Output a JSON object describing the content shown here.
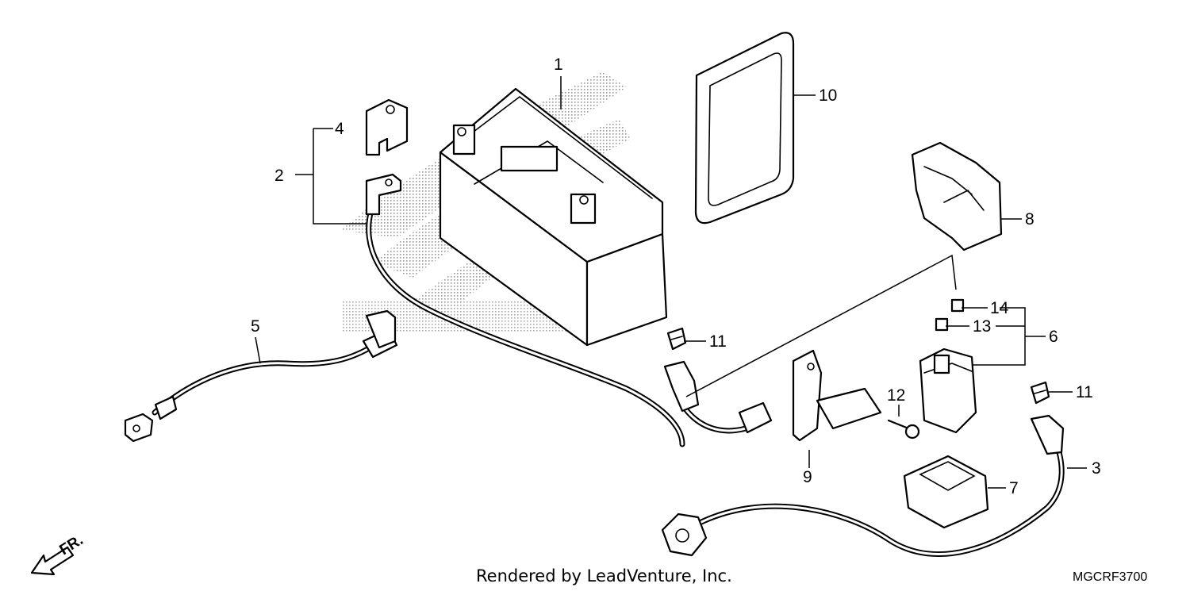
{
  "callouts": [
    {
      "id": "c1",
      "label": "1"
    },
    {
      "id": "c2",
      "label": "2"
    },
    {
      "id": "c3",
      "label": "3"
    },
    {
      "id": "c4",
      "label": "4"
    },
    {
      "id": "c5",
      "label": "5"
    },
    {
      "id": "c6",
      "label": "6"
    },
    {
      "id": "c7",
      "label": "7"
    },
    {
      "id": "c8",
      "label": "8"
    },
    {
      "id": "c9",
      "label": "9"
    },
    {
      "id": "c10",
      "label": "10"
    },
    {
      "id": "c11a",
      "label": "11"
    },
    {
      "id": "c11b",
      "label": "11"
    },
    {
      "id": "c12",
      "label": "12"
    },
    {
      "id": "c13",
      "label": "13"
    },
    {
      "id": "c14",
      "label": "14"
    }
  ],
  "direction_label": "FR.",
  "footer_credit": "Rendered by LeadVenture, Inc.",
  "diagram_code": "MGCRF3700",
  "colors": {
    "line": "#000000",
    "background": "#ffffff",
    "watermark": "#9a9a9a"
  }
}
